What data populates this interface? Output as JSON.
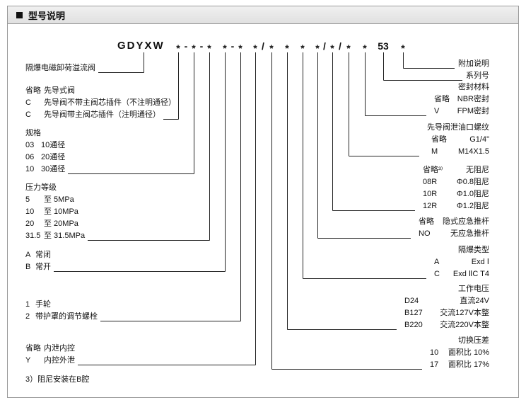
{
  "page": {
    "header": {
      "title": "型号说明"
    },
    "footnote": "3）阻尼安装在B腔",
    "colors": {
      "header_bg": "#e0e0e0",
      "border": "#9a9a9a",
      "line": "#222222"
    }
  },
  "model_code": {
    "prefix": "GDYXW",
    "tokens": [
      {
        "id": "t1",
        "text": "*"
      },
      {
        "text": "-"
      },
      {
        "id": "t2",
        "text": "*"
      },
      {
        "text": "-"
      },
      {
        "id": "t3",
        "text": "*"
      },
      {
        "id": "t4",
        "text": "*"
      },
      {
        "text": "-"
      },
      {
        "id": "t5",
        "text": "*"
      },
      {
        "id": "t6",
        "text": "*"
      },
      {
        "text": "/"
      },
      {
        "id": "t7",
        "text": "*"
      },
      {
        "id": "t8",
        "text": "*"
      },
      {
        "id": "t9",
        "text": "*"
      },
      {
        "id": "t10",
        "text": "*"
      },
      {
        "text": "/"
      },
      {
        "id": "t11",
        "text": "*"
      },
      {
        "text": "/"
      },
      {
        "id": "t12",
        "text": "*"
      },
      {
        "id": "t13",
        "text": "*"
      },
      {
        "id": "t53",
        "text": "53"
      },
      {
        "id": "t14",
        "text": "*"
      }
    ]
  },
  "left_groups": [
    {
      "id": "valve-name",
      "anchor": "prefix",
      "items": [
        {
          "desc": "隔爆电磁卸荷溢流阀"
        }
      ]
    },
    {
      "id": "pilot-type",
      "anchor": "t1",
      "items": [
        {
          "code": "省略",
          "desc": "先导式阀"
        },
        {
          "code": "C",
          "desc": "先导阀不带主阀芯插件（不注明通径）"
        },
        {
          "code": "C",
          "desc": "先导阀带主阀芯插件（注明通径）"
        }
      ]
    },
    {
      "id": "size",
      "anchor": "t2",
      "header": "规格",
      "items": [
        {
          "code": "03",
          "desc": "10通径"
        },
        {
          "code": "06",
          "desc": "20通径"
        },
        {
          "code": "10",
          "desc": "30通径"
        }
      ]
    },
    {
      "id": "pressure-grade",
      "anchor": "t3",
      "header": "压力等级",
      "items": [
        {
          "code": "5",
          "desc": "至 5MPa"
        },
        {
          "code": "10",
          "desc": "至 10MPa"
        },
        {
          "code": "20",
          "desc": "至 20MPa"
        },
        {
          "code": "31.5",
          "desc": "至 31.5MPa"
        }
      ]
    },
    {
      "id": "normal-state",
      "anchor": "t4",
      "items": [
        {
          "code": "A",
          "desc": "常闭"
        },
        {
          "code": "B",
          "desc": "常开"
        }
      ]
    },
    {
      "id": "adjust-type",
      "anchor": "t5",
      "items": [
        {
          "code": "1",
          "desc": "手轮"
        },
        {
          "code": "2",
          "desc": "带护罩的调节螺栓"
        }
      ]
    },
    {
      "id": "drain-control",
      "anchor": "t6",
      "items": [
        {
          "code": "省略",
          "desc": "内泄内控"
        },
        {
          "code": "Y",
          "desc": "内控外泄"
        }
      ]
    }
  ],
  "right_groups": [
    {
      "id": "additional-note",
      "anchor": "t14",
      "items": [
        {
          "desc": "附加说明"
        }
      ]
    },
    {
      "id": "series-number",
      "anchor": "t53",
      "items": [
        {
          "desc": "系列号"
        }
      ]
    },
    {
      "id": "seal-material",
      "anchor": "t13",
      "header": "密封材料",
      "items": [
        {
          "code": "省略",
          "desc": "NBR密封"
        },
        {
          "code": "V",
          "desc": "FPM密封"
        }
      ]
    },
    {
      "id": "pilot-drain-thread",
      "anchor": "t12",
      "header": "先导阀泄油口螺纹",
      "items": [
        {
          "code": "省略",
          "desc": "G1/4\""
        },
        {
          "code": "M",
          "desc": "M14X1.5"
        }
      ]
    },
    {
      "id": "damping",
      "anchor": "t11",
      "items": [
        {
          "code": "省略³⁾",
          "desc": "无阻尼"
        },
        {
          "code": "08R",
          "desc": "Φ0.8阻尼"
        },
        {
          "code": "10R",
          "desc": "Φ1.0阻尼"
        },
        {
          "code": "12R",
          "desc": "Φ1.2阻尼"
        }
      ]
    },
    {
      "id": "emergency-rod",
      "anchor": "t10",
      "items": [
        {
          "code": "省略",
          "desc": "隐式应急推杆"
        },
        {
          "code": "NO",
          "desc": "无应急推杆"
        }
      ]
    },
    {
      "id": "explosion-proof-type",
      "anchor": "t9",
      "header": "隔爆类型",
      "items": [
        {
          "code": "A",
          "desc": "Exd Ⅰ"
        },
        {
          "code": "C",
          "desc": "Exd ⅡC T4"
        }
      ]
    },
    {
      "id": "working-voltage",
      "anchor": "t8",
      "header": "工作电压",
      "items": [
        {
          "code": "D24",
          "desc": "直流24V"
        },
        {
          "code": "B127",
          "desc": "交流127V本整"
        },
        {
          "code": "B220",
          "desc": "交流220V本整"
        }
      ]
    },
    {
      "id": "switch-pressure-diff",
      "anchor": "t7",
      "header": "切换压差",
      "items": [
        {
          "code": "10",
          "desc": "面积比 10%"
        },
        {
          "code": "17",
          "desc": "面积比 17%"
        }
      ]
    }
  ]
}
